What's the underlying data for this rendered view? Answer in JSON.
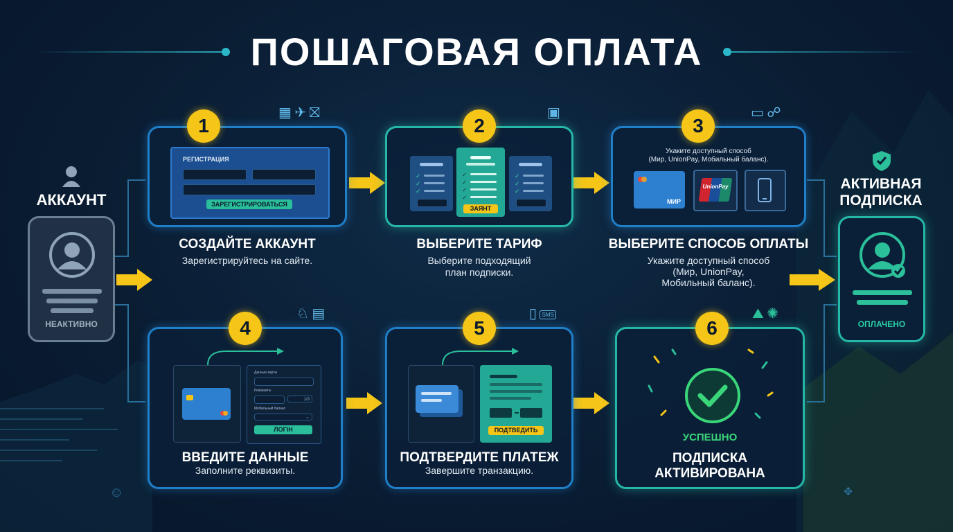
{
  "title": "ПОШАГОВАЯ ОПЛАТА",
  "left_panel": {
    "heading": "АККАУНТ",
    "status": "НЕАКТИВНО"
  },
  "right_panel": {
    "heading_line1": "АКТИВНАЯ",
    "heading_line2": "ПОДПИСКА",
    "status": "ОПЛАЧЕНО"
  },
  "steps": [
    {
      "number": "1",
      "title": "СОЗДАЙТЕ АККАУНТ",
      "desc": "Зарегистрируйтесь на сайте.",
      "form_title": "РЕГИСТРАЦИЯ",
      "button": "ЗАРЕГИСТРИРОВАТЬСЯ"
    },
    {
      "number": "2",
      "title": "ВЫБЕРИТЕ ТАРИФ",
      "desc_line1": "Выберите подходящий",
      "desc_line2": "план подписки.",
      "button": "ЗАЯНТ"
    },
    {
      "number": "3",
      "title": "ВЫБЕРИТЕ СПОСОБ ОПЛАТЫ",
      "desc_line1": "Укажите доступный способ",
      "desc_line2": "(Мир, UnionPay,",
      "desc_line3": "Мобильный баланс).",
      "inner_line1": "Укаките доступный способ",
      "inner_line2": "(Мир, UnionPay, Мобильный баланс).",
      "card_label": "МИР",
      "unionpay_label": "UnionPay"
    },
    {
      "number": "4",
      "title": "ВВЕДИТЕ ДАННЫЕ",
      "desc": "Заполните реквизиты.",
      "field1": "Данные карты",
      "field2": "Реквизиты",
      "field3": "Мобильный баланс",
      "field_value": "1/9",
      "button": "ЛОГІН"
    },
    {
      "number": "5",
      "title": "ПОДТВЕРДИТЕ ПЛАТЕЖ",
      "desc": "Завершите транзакцию.",
      "button": "ПОДТВЕДИТЬ",
      "sms": "SMS"
    },
    {
      "number": "6",
      "title_line1": "ПОДПИСКА",
      "title_line2": "АКТИВИРОВАНА",
      "success": "УСПЕШНО"
    }
  ],
  "icons": [
    "user-icon",
    "map-icon",
    "plane-icon",
    "luggage-icon",
    "wallet-icon",
    "card-icon",
    "phone-icon",
    "shield-check-icon",
    "mountain-icon",
    "confetti-icon",
    "checkmark-icon"
  ],
  "colors": {
    "accent_yellow": "#f5c518",
    "blue_border": "#1f7fc8",
    "teal_border": "#25b8a8",
    "success_green": "#3ad67a"
  }
}
